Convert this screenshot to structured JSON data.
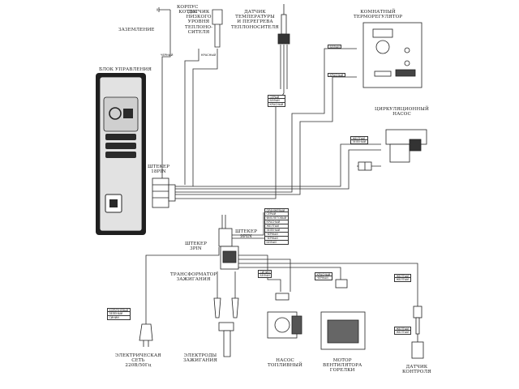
{
  "labels": {
    "housing_ground": "КОРПУС\nКОТЛА",
    "ground": "ЗАЗЕМЛЕНИЕ",
    "low_level_sensor": "ДАТЧИК\nНИЗКОГО\nУРОВНЯ\nТЕПЛОНО-\nСИТЕЛЯ",
    "temp_overheat_sensor": "ДАТЧИК\nТЕМПЕРАТУРЫ\nИ ПЕРЕГРЕВА\nТЕПЛОНОСИТЕЛЯ",
    "room_thermostat": "КОМНАТНЫЙ\nТЕРМОРЕГУЛЯТОР",
    "control_unit": "БЛОК УПРАВЛЕНИЯ",
    "circulation_pump": "ЦИРКУЛЯЦИОННЫЙ\nНАСОС",
    "plug_18pin": "ШТЕКЕР\n18PIN",
    "plug_9pin": "ШТЕКЕР\n9PIN",
    "plug_3pin": "ШТЕКЕР\n3PIN",
    "ignition_transformer": "ТРАНСФОРМАТОР\nЗАЖИГАНИЯ",
    "mains": "ЭЛЕКТРИЧЕСКАЯ\nСЕТЬ\n220В/50Гц",
    "ignition_electrodes": "ЭЛЕКТРОДЫ\nЗАЖИГАНИЯ",
    "fuel_pump": "НАСОС\nТОПЛИВНЫЙ",
    "burner_fan_motor": "МОТОР\nВЕНТИЛЯТОРА\nГОРЕЛКИ",
    "control_sensor": "ДАТЧИК\nКОНТРОЛЯ"
  },
  "wires": {
    "black_low": "ЧЕРНЫЙ",
    "red_low": "КРАСНЫЙ",
    "temp_stack": [
      "СЕРЫЙ",
      "БЕЛЫЙ",
      "КРАСНЫЙ"
    ],
    "thermo_white": "БЕЛЫЙ",
    "thermo_red": "КРАСНЫЙ",
    "pump_wires": [
      "ЖЁЛТЫЙ",
      "ЗЕЛЁНЫЙ"
    ],
    "plug9_stack": [
      "ОРАНЖЕВЫЙ",
      "СЕРЫЙ",
      "ФИОЛЕТОВЫЙ",
      "КРАСНЫЙ",
      "ЖЁЛТЫЙ",
      "ЗЕЛЁНЫЙ",
      "ЧЕРНЫЙ",
      "ЧЕРНЫЙ",
      "БЕЛЫЙ"
    ],
    "mains_wires": [
      "КОРИЧНЕВЫЙ",
      "ЗЕЛЕНЫЙ",
      "СИНИЙ"
    ],
    "fuel_wires": [
      "СИНИЙ",
      "БЕЛЫЙ"
    ],
    "fan_wires": [
      "КРАСНЫЙ",
      "ЧЕРНЫЙ"
    ],
    "sensor_top": [
      "ЖЕЛТЫЙ",
      "ЖЕЛТЫЙ"
    ],
    "sensor_bottom": [
      "ЖЕЛТЫЙ",
      "ЖЕЛТЫЙ"
    ]
  },
  "colors": {
    "line": "#2b2b2b",
    "panel": "#d9d9d9",
    "panel_dark": "#333333"
  }
}
